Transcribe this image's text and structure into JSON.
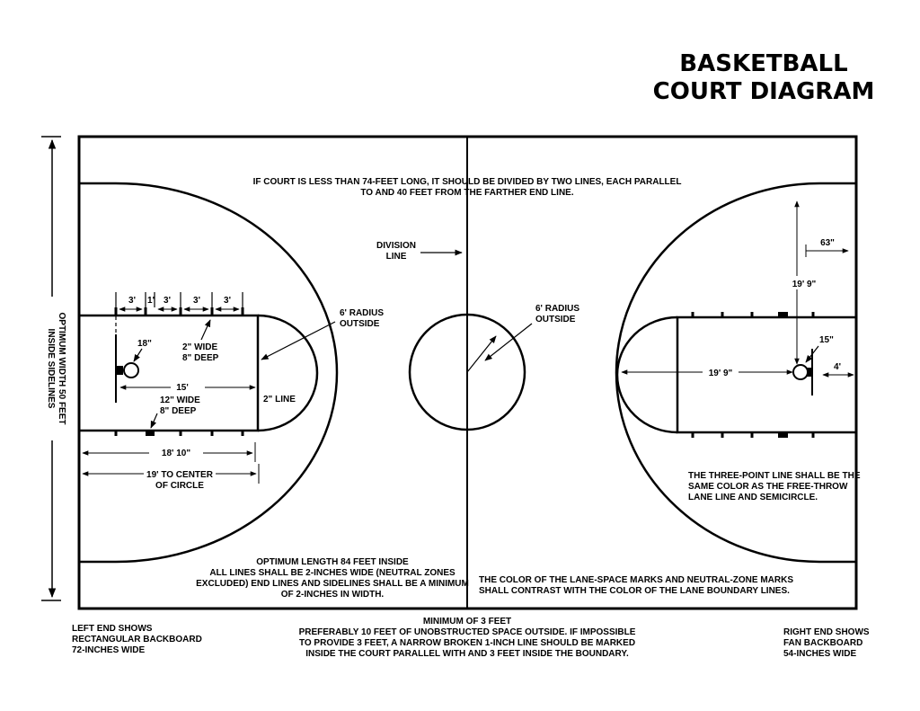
{
  "title": [
    "BASKETBALL",
    "COURT DIAGRAM"
  ],
  "side_label": [
    "OPTIMUM WIDTH 50 FEET",
    "INSIDE SIDELINES"
  ],
  "court_notes": {
    "top_note": [
      "IF COURT IS LESS THAN 74-FEET LONG, IT SHOULD BE DIVIDED BY TWO LINES, EACH PARALLEL",
      "TO AND 40 FEET FROM THE FARTHER END LINE."
    ],
    "division_line": [
      "DIVISION",
      "LINE"
    ],
    "left_radius": [
      "6' RADIUS",
      "OUTSIDE"
    ],
    "center_radius": [
      "6' RADIUS",
      "OUTSIDE"
    ],
    "lane_marks": [
      "3'",
      "1'",
      "3'",
      "3'",
      "3'"
    ],
    "wide_deep_top": [
      "2\" WIDE",
      "8\" DEEP"
    ],
    "basket_left": "18\"",
    "lane_15": "15'",
    "wide_deep_bottom": [
      "12\" WIDE",
      "8\" DEEP"
    ],
    "two_inch_line": "2\" LINE",
    "dim_18_10": "18' 10\"",
    "dim_19_center": [
      "19' TO CENTER",
      "OF CIRCLE"
    ],
    "optimum_length": [
      "OPTIMUM LENGTH 84 FEET INSIDE",
      "ALL LINES SHALL BE 2-INCHES WIDE (NEUTRAL ZONES",
      "EXCLUDED) END LINES AND SIDELINES SHALL BE A MINIMUM",
      "OF 2-INCHES IN WIDTH."
    ],
    "lane_contrast": [
      "THE COLOR OF THE LANE-SPACE MARKS AND NEUTRAL-ZONE MARKS",
      "SHALL CONTRAST WITH THE COLOR OF THE LANE BOUNDARY LINES."
    ],
    "three_point": [
      "THE THREE-POINT LINE SHALL BE THE",
      "SAME COLOR AS THE FREE-THROW",
      "LANE LINE AND SEMICIRCLE."
    ],
    "dim_63": "63\"",
    "dim_19_9_top": "19' 9\"",
    "dim_15": "15\"",
    "dim_4": "4'",
    "dim_19_9_mid": "19' 9\""
  },
  "bottom_notes": {
    "left": [
      "LEFT END SHOWS",
      "RECTANGULAR BACKBOARD",
      "72-INCHES WIDE"
    ],
    "center": [
      "MINIMUM OF 3 FEET",
      "PREFERABLY 10 FEET OF UNOBSTRUCTED SPACE OUTSIDE.  IF IMPOSSIBLE",
      "TO PROVIDE 3 FEET, A NARROW BROKEN 1-INCH LINE SHOULD BE MARKED",
      "INSIDE THE COURT PARALLEL WITH AND 3 FEET INSIDE THE BOUNDARY."
    ],
    "right": [
      "RIGHT END SHOWS",
      "FAN BACKBOARD",
      "54-INCHES WIDE"
    ]
  }
}
